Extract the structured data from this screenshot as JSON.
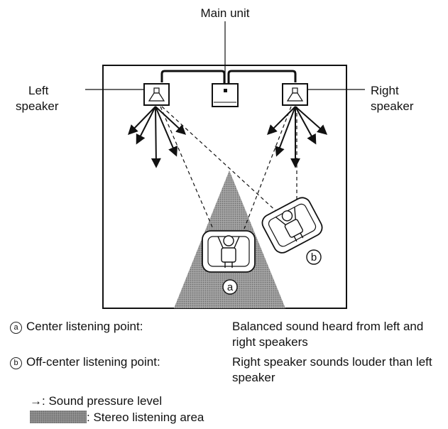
{
  "labels": {
    "main_unit": "Main unit",
    "left_speaker": [
      "Left",
      "speaker"
    ],
    "right_speaker": [
      "Right",
      "speaker"
    ],
    "point_a": "a",
    "point_b": "b"
  },
  "legend": {
    "rows": [
      {
        "marker": "a",
        "term": "Center listening point:",
        "desc": "Balanced sound heard from left and right speakers"
      },
      {
        "marker": "b",
        "term": "Off-center listening point:",
        "desc": "Right speaker sounds louder than left speaker"
      }
    ],
    "arrow_symbol": "→",
    "arrow_desc": ": Sound pressure level",
    "area_desc": ": Stereo listening area"
  },
  "colors": {
    "ink": "#111111",
    "area_fill": "#9a9a9a"
  }
}
